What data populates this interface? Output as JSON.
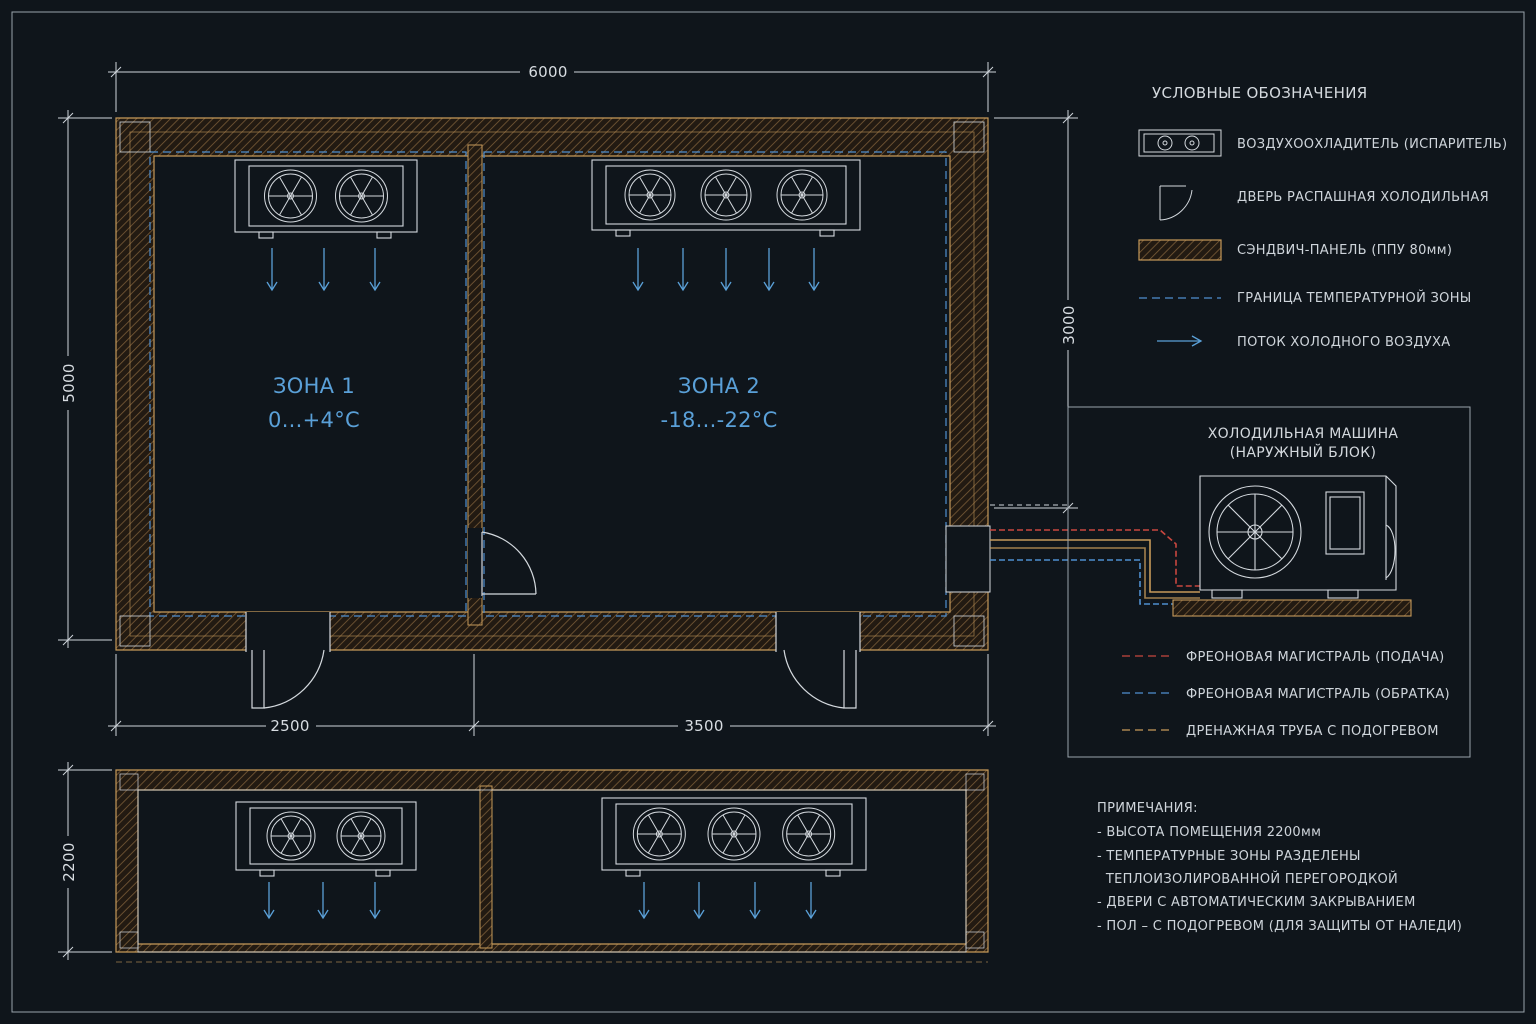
{
  "dimensions": {
    "total_width": "6000",
    "total_depth": "5000",
    "zone1_width": "2500",
    "zone2_width": "3500",
    "depth_right": "3000",
    "height": "2200"
  },
  "zones": [
    {
      "name": "ЗОНА 1",
      "temp": "0...+4°С"
    },
    {
      "name": "ЗОНА 2",
      "temp": "-18...-22°С"
    }
  ],
  "legend": {
    "title": "УСЛОВНЫЕ ОБОЗНАЧЕНИЯ",
    "items": [
      {
        "label": "ВОЗДУХООХЛАДИТЕЛЬ (ИСПАРИТЕЛЬ)",
        "icon": "evaporator-icon"
      },
      {
        "label": "ДВЕРЬ РАСПАШНАЯ ХОЛОДИЛЬНАЯ",
        "icon": "swing-door-icon"
      },
      {
        "label": "СЭНДВИЧ-ПАНЕЛЬ (ППУ 80мм)",
        "icon": "sandwich-panel-icon"
      },
      {
        "label": "ГРАНИЦА ТЕМПЕРАТУРНОЙ ЗОНЫ",
        "icon": "zone-boundary-line"
      },
      {
        "label": "ПОТОК ХОЛОДНОГО ВОЗДУХА",
        "icon": "airflow-arrow-icon"
      }
    ]
  },
  "machine": {
    "title_line1": "ХОЛОДИЛЬНАЯ МАШИНА",
    "title_line2": "(НАРУЖНЫЙ БЛОК)",
    "lines": [
      {
        "label": "ФРЕОНОВАЯ МАГИСТРАЛЬ (ПОДАЧА)",
        "color": "#c8473f"
      },
      {
        "label": "ФРЕОНОВАЯ МАГИСТРАЛЬ (ОБРАТКА)",
        "color": "#4f8fcf"
      },
      {
        "label": "ДРЕНАЖНАЯ ТРУБА С ПОДОГРЕВОМ",
        "color": "#c69a5a"
      }
    ]
  },
  "notes": {
    "title": "ПРИМЕЧАНИЯ:",
    "items": [
      "- ВЫСОТА ПОМЕЩЕНИЯ 2200мм",
      "- ТЕМПЕРАТУРНЫЕ ЗОНЫ РАЗДЕЛЕНЫ",
      "  ТЕПЛОИЗОЛИРОВАННОЙ ПЕРЕГОРОДКОЙ",
      "- ДВЕРИ С АВТОМАТИЧЕСКИМ ЗАКРЫВАНИЕМ",
      "- ПОЛ – С ПОДОГРЕВОМ (ДЛЯ ЗАЩИТЫ ОТ НАЛЕДИ)"
    ]
  },
  "colors": {
    "background": "#0f151b",
    "line": "#d4d9de",
    "wall": "#c69a5a",
    "zone_text": "#5aa0d8",
    "zone_boundary": "#4f8fcf"
  }
}
